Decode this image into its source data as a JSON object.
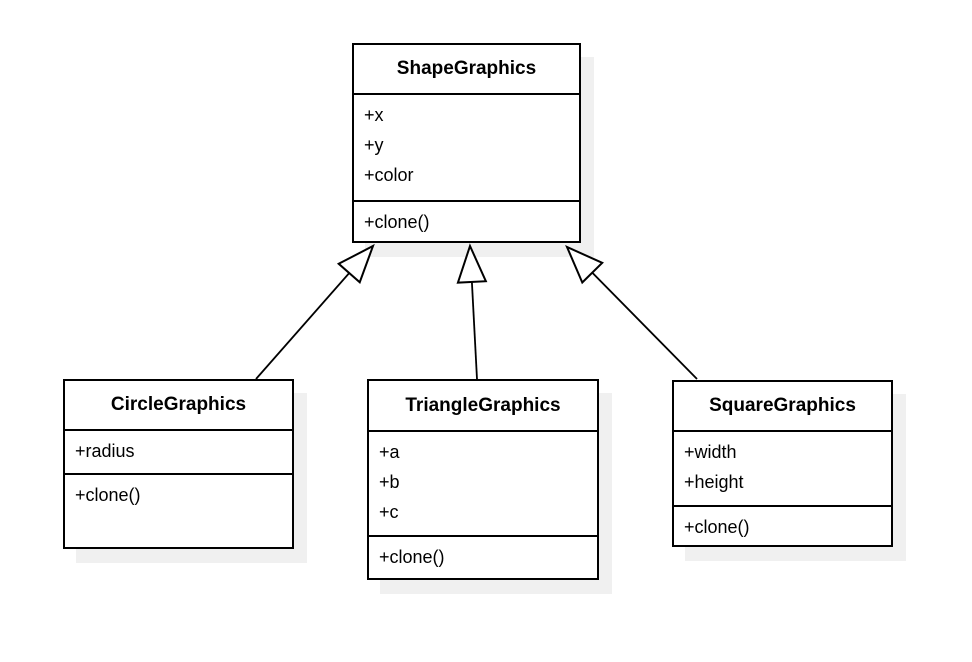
{
  "diagram": {
    "kind": "uml-class-diagram",
    "background_color": "#ffffff",
    "stroke_color": "#000000",
    "fill_color": "#ffffff",
    "shadow_color": "#f0f0f0",
    "classes": [
      {
        "name": "ShapeGraphics",
        "attributes": [
          "+x",
          "+y",
          "+color"
        ],
        "methods": [
          "+clone()"
        ]
      },
      {
        "name": "CircleGraphics",
        "attributes": [
          "+radius"
        ],
        "methods": [
          "+clone()"
        ]
      },
      {
        "name": "TriangleGraphics",
        "attributes": [
          "+a",
          "+b",
          "+c"
        ],
        "methods": [
          "+clone()"
        ]
      },
      {
        "name": "SquareGraphics",
        "attributes": [
          "+width",
          "+height"
        ],
        "methods": [
          "+clone()"
        ]
      }
    ],
    "relationships": [
      {
        "type": "inheritance",
        "from": "CircleGraphics",
        "to": "ShapeGraphics"
      },
      {
        "type": "inheritance",
        "from": "TriangleGraphics",
        "to": "ShapeGraphics"
      },
      {
        "type": "inheritance",
        "from": "SquareGraphics",
        "to": "ShapeGraphics"
      }
    ]
  }
}
